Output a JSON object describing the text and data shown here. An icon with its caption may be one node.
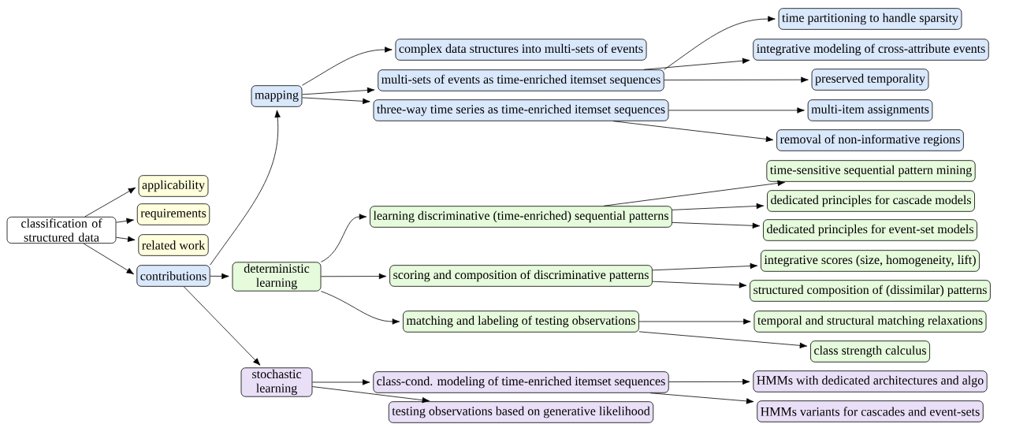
{
  "diagram": {
    "nodes": [
      {
        "text": [
          "classification of structured data"
        ]
      },
      {
        "text": [
          "applicability"
        ]
      },
      {
        "text": [
          "requirements"
        ]
      },
      {
        "text": [
          "related work"
        ]
      },
      {
        "text": [
          "contributions"
        ]
      },
      {
        "text": [
          "mapping"
        ]
      },
      {
        "text": [
          "deterministic learning"
        ]
      },
      {
        "text": [
          "stochastic learning"
        ]
      },
      {
        "text": [
          "complex data structures into multi-sets of events"
        ]
      },
      {
        "text": [
          "multi-sets of events as time-enriched itemset sequences"
        ]
      },
      {
        "text": [
          "three-way time series as time-enriched itemset sequences"
        ]
      },
      {
        "text": [
          "learning discriminative (time-enriched) sequential patterns"
        ]
      },
      {
        "text": [
          "scoring and composition of discriminative patterns"
        ]
      },
      {
        "text": [
          "matching and labeling of testing observations"
        ]
      },
      {
        "text": [
          "class-cond. modeling of time-enriched itemset sequences"
        ]
      },
      {
        "text": [
          "testing observations based on generative likelihood"
        ]
      },
      {
        "text": [
          "time partitioning to handle sparsity"
        ]
      },
      {
        "text": [
          "integrative modeling of cross-attribute events"
        ]
      },
      {
        "text": [
          "preserved temporality"
        ]
      },
      {
        "text": [
          "multi-item assignments"
        ]
      },
      {
        "text": [
          "removal of non-informative regions"
        ]
      },
      {
        "text": [
          "time-sensitive sequential pattern mining"
        ]
      },
      {
        "text": [
          "dedicated principles for cascade models"
        ]
      },
      {
        "text": [
          "dedicated principles for event-set models"
        ]
      },
      {
        "text": [
          "integrative scores (size, homogeneity, lift)"
        ]
      },
      {
        "text": [
          "structured composition of (dissimilar) patterns"
        ]
      },
      {
        "text": [
          "temporal and structural matching relaxations"
        ]
      },
      {
        "text": [
          "class strength calculus"
        ]
      },
      {
        "text": [
          "HMMs with dedicated architectures and algo"
        ]
      },
      {
        "text": [
          "HMMs variants for cascades and event-sets"
        ]
      }
    ],
    "edges": [
      {
        "from": 0,
        "to": 1,
        "arrow": "to"
      },
      {
        "from": 0,
        "to": 2,
        "arrow": "to"
      },
      {
        "from": 0,
        "to": 3,
        "arrow": "to"
      },
      {
        "from": 0,
        "to": 4,
        "arrow": "to"
      },
      {
        "from": 4,
        "to": 5,
        "arrow": "to"
      },
      {
        "from": 4,
        "to": 6,
        "arrow": "to"
      },
      {
        "from": 4,
        "to": 7,
        "arrow": "to"
      },
      {
        "from": 5,
        "to": 8,
        "arrow": "to"
      },
      {
        "from": 5,
        "to": 9,
        "arrow": "to"
      },
      {
        "from": 5,
        "to": 10,
        "arrow": "to"
      },
      {
        "from": 9,
        "to": 16,
        "arrow": "to"
      },
      {
        "from": 9,
        "to": 17,
        "arrow": "to"
      },
      {
        "from": 9,
        "to": 18,
        "arrow": "to"
      },
      {
        "from": 10,
        "to": 19,
        "arrow": "to"
      },
      {
        "from": 10,
        "to": 20,
        "arrow": "to"
      },
      {
        "from": 6,
        "to": 11,
        "arrow": "to"
      },
      {
        "from": 6,
        "to": 12,
        "arrow": "to"
      },
      {
        "from": 6,
        "to": 13,
        "arrow": "to"
      },
      {
        "from": 11,
        "to": 21,
        "arrow": "to"
      },
      {
        "from": 11,
        "to": 22,
        "arrow": "to"
      },
      {
        "from": 11,
        "to": 23,
        "arrow": "to"
      },
      {
        "from": 12,
        "to": 24,
        "arrow": "to"
      },
      {
        "from": 12,
        "to": 25,
        "arrow": "to"
      },
      {
        "from": 13,
        "to": 26,
        "arrow": "to"
      },
      {
        "from": 13,
        "to": 27,
        "arrow": "to"
      },
      {
        "from": 7,
        "to": 14,
        "arrow": "to"
      },
      {
        "from": 7,
        "to": 15,
        "arrow": "to"
      },
      {
        "from": 14,
        "to": 28,
        "arrow": "to"
      },
      {
        "from": 14,
        "to": 29,
        "arrow": "to"
      }
    ]
  }
}
